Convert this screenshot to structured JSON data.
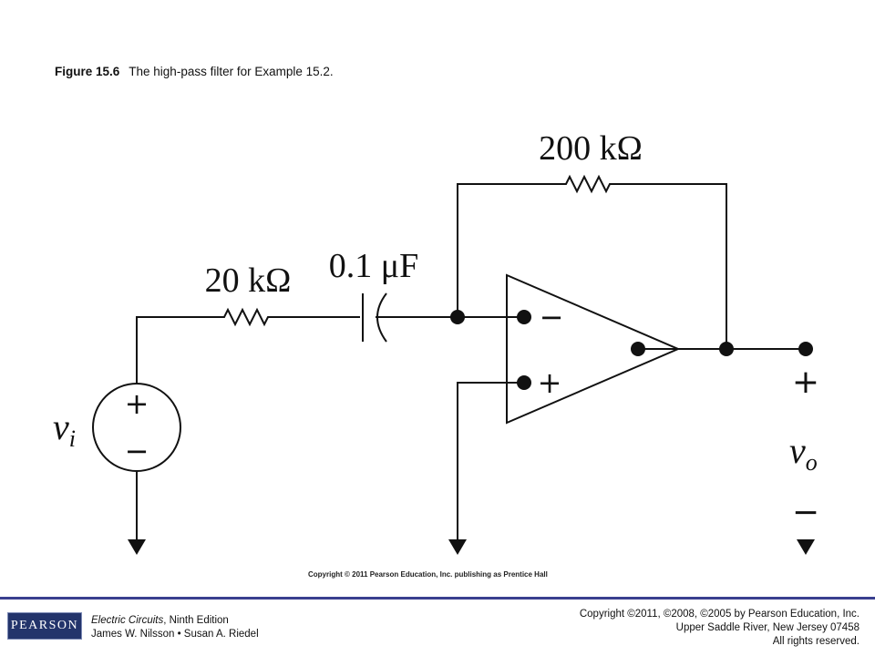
{
  "caption": {
    "figure_number": "Figure 15.6",
    "text": "The high-pass filter for Example 15.2."
  },
  "circuit": {
    "input_label": "v",
    "input_subscript": "i",
    "source_plus": "+",
    "source_minus": "−",
    "r1_label": "20 kΩ",
    "c_label": "0.1 μF",
    "rf_label": "200 kΩ",
    "opamp_minus": "−",
    "opamp_plus": "+",
    "output_label": "v",
    "output_subscript": "o",
    "output_plus": "+",
    "output_minus": "−",
    "output_color": "#2aa3dd"
  },
  "credit": "Copyright © 2011 Pearson Education, Inc. publishing as Prentice Hall",
  "footer": {
    "logo_text": "PEARSON",
    "book_title": "Electric Circuits",
    "edition": ", Ninth Edition",
    "authors": "James W. Nilsson • Susan A. Riedel",
    "copyright_line": "Copyright ©2011, ©2008, ©2005 by Pearson Education, Inc.",
    "address_line": "Upper Saddle River, New Jersey 07458",
    "rights_line": "All rights reserved."
  }
}
